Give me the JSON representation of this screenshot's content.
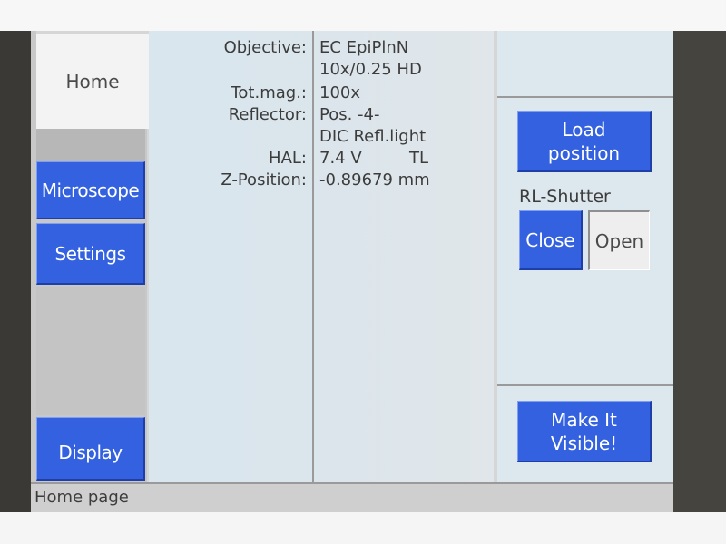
{
  "nav": {
    "home": "Home",
    "microscope": "Microscope",
    "settings": "Settings",
    "display": "Display"
  },
  "info": {
    "objective_label": "Objective:",
    "objective_value_line1": "EC EpiPlnN",
    "objective_value_line2": "10x/0.25 HD",
    "totmag_label": "Tot.mag.:",
    "totmag_value": "100x",
    "reflector_label": "Reflector:",
    "reflector_value_line1": "Pos. -4-",
    "reflector_value_line2": "DIC Refl.light",
    "hal_label": "HAL:",
    "hal_value": "7.4 V",
    "hal_mode": "TL",
    "zpos_label": "Z-Position:",
    "zpos_value": "-0.89679 mm"
  },
  "right": {
    "load_line1": "Load",
    "load_line2": "position",
    "shutter_label": "RL-Shutter",
    "close": "Close",
    "open": "Open",
    "visible_line1": "Make It",
    "visible_line2": "Visible!"
  },
  "status": {
    "text": "Home page"
  },
  "colors": {
    "button_blue": "#3361df",
    "panel_blue": "#dbe5ec"
  }
}
